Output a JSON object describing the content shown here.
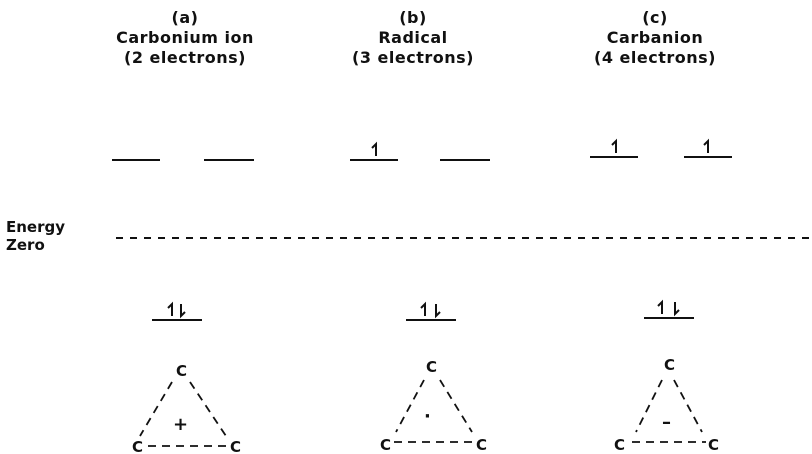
{
  "columns": [
    {
      "letter": "(a)",
      "name": "Carbonium ion",
      "electrons": "(2 electrons)",
      "charge": "+",
      "atom": "C"
    },
    {
      "letter": "(b)",
      "name": "Radical",
      "electrons": "(3 electrons)",
      "charge": "·",
      "atom": "C"
    },
    {
      "letter": "(c)",
      "name": "Carbanion",
      "electrons": "(4 electrons)",
      "charge": "–",
      "atom": "C"
    }
  ],
  "energy_label": {
    "line1": "Energy",
    "line2": "Zero"
  }
}
